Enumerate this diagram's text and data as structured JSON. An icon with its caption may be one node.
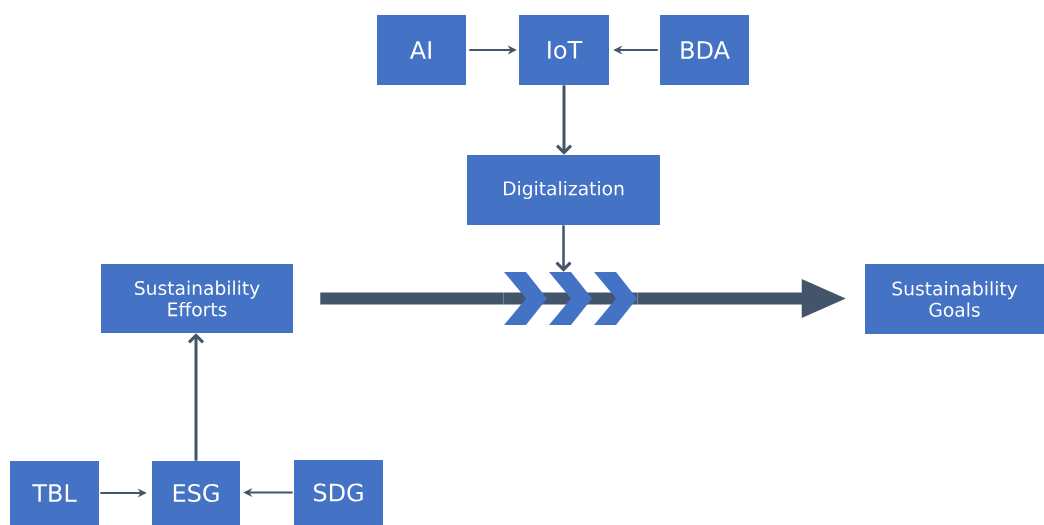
{
  "diagram": {
    "nodes": [
      {
        "text": [
          "AI"
        ]
      },
      {
        "text": [
          "IoT"
        ]
      },
      {
        "text": [
          "BDA"
        ]
      },
      {
        "text": [
          "Digitalization"
        ]
      },
      {
        "text": [
          "Sustainability Efforts"
        ]
      },
      {
        "text": [],
        "shape": "chevron"
      },
      {
        "text": [
          "Sustainability Goals"
        ]
      },
      {
        "text": [
          "TBL"
        ]
      },
      {
        "text": [
          "ESG"
        ]
      },
      {
        "text": [
          "SDG"
        ]
      }
    ],
    "edges": [
      {
        "from": 0,
        "to": 1,
        "arrow": "to"
      },
      {
        "from": 2,
        "to": 1,
        "arrow": "to"
      },
      {
        "from": 1,
        "to": 3,
        "arrow": "to"
      },
      {
        "from": 3,
        "to": 5,
        "arrow": "to"
      },
      {
        "from": 4,
        "to": 5,
        "arrow": "none",
        "style": "thick"
      },
      {
        "from": 5,
        "to": 6,
        "arrow": "to",
        "style": "thick"
      },
      {
        "from": 7,
        "to": 8,
        "arrow": "to"
      },
      {
        "from": 9,
        "to": 8,
        "arrow": "to"
      },
      {
        "from": 8,
        "to": 4,
        "arrow": "to"
      }
    ]
  }
}
